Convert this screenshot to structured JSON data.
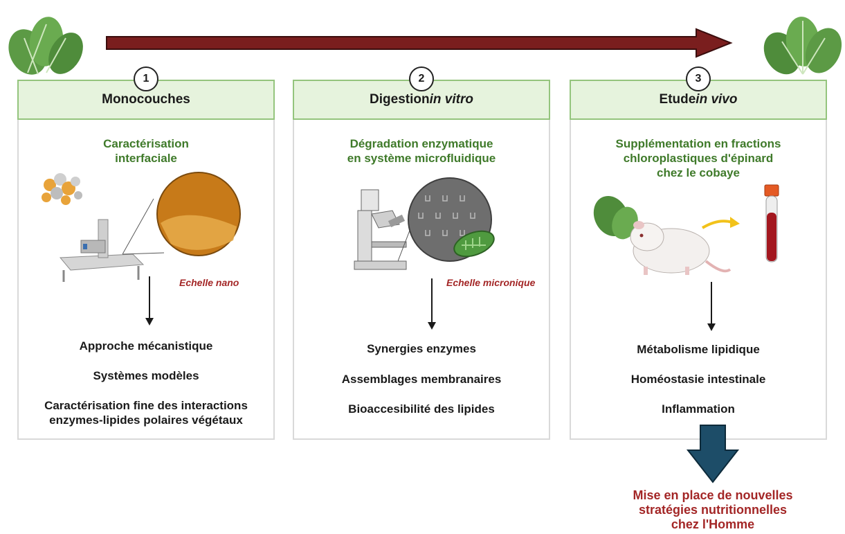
{
  "panels": [
    {
      "number": "1",
      "title": "Monocouches",
      "title_italic": "",
      "subtitle": [
        "Caractérisation",
        "interfaciale"
      ],
      "scale_label": "Echelle nano",
      "items": [
        "Approche mécanistique",
        "Systèmes modèles",
        "Caractérisation fine des interactions",
        "enzymes-lipides polaires végétaux"
      ]
    },
    {
      "number": "2",
      "title": "Digestion ",
      "title_italic": "in vitro",
      "subtitle": [
        "Dégradation enzymatique",
        "en système microfluidique"
      ],
      "scale_label": "Echelle micronique",
      "items": [
        "Synergies enzymes",
        "Assemblages membranaires",
        "Bioaccesibilité des lipides"
      ]
    },
    {
      "number": "3",
      "title": "Etude ",
      "title_italic": "in vivo",
      "subtitle": [
        "Supplémentation en fractions",
        "chloroplastiques d'épinard",
        "chez le cobaye"
      ],
      "items": [
        "Métabolisme lipidique",
        "Homéostasie intestinale",
        "Inflammation"
      ]
    }
  ],
  "final_outcome": [
    "Mise en place de nouvelles",
    "stratégies nutritionnelles",
    "chez l'Homme"
  ],
  "colors": {
    "header_fill": "#e6f3dd",
    "header_border": "#94c47d",
    "subtitle_green": "#3f7a2a",
    "accent_red": "#a32626",
    "timeline_arrow": "#7a1e1e",
    "outcome_arrow": "#1d4d68"
  }
}
